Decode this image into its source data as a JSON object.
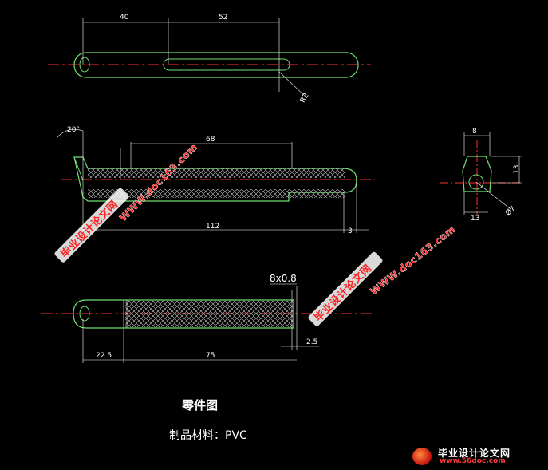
{
  "top_view": {
    "dims": [
      "40",
      "52",
      "R2"
    ]
  },
  "side_view": {
    "dims": [
      "20°",
      "68",
      "112",
      "3"
    ]
  },
  "end_view": {
    "dims": [
      "8",
      "13",
      "13",
      "Ø7"
    ]
  },
  "bottom_view": {
    "knurl_label": "8x0.8",
    "dims": [
      "22.5",
      "75",
      "2.5"
    ]
  },
  "captions": {
    "title": "零件图",
    "material": "制品材料：PVC"
  },
  "watermarks": [
    {
      "line1": "毕业设计论文网",
      "line2": "WWW.doc163.com"
    },
    {
      "line1": "毕业设计论文网",
      "line2": "WWW.doc163.com"
    }
  ],
  "footer": {
    "site_name": "毕业设计论文网",
    "site_url": "www.56doc.com"
  },
  "colors": {
    "outline": "#6fe06f",
    "dimension": "#ffffff",
    "centerline": "#ff3030",
    "watermark": "#ff2020"
  }
}
